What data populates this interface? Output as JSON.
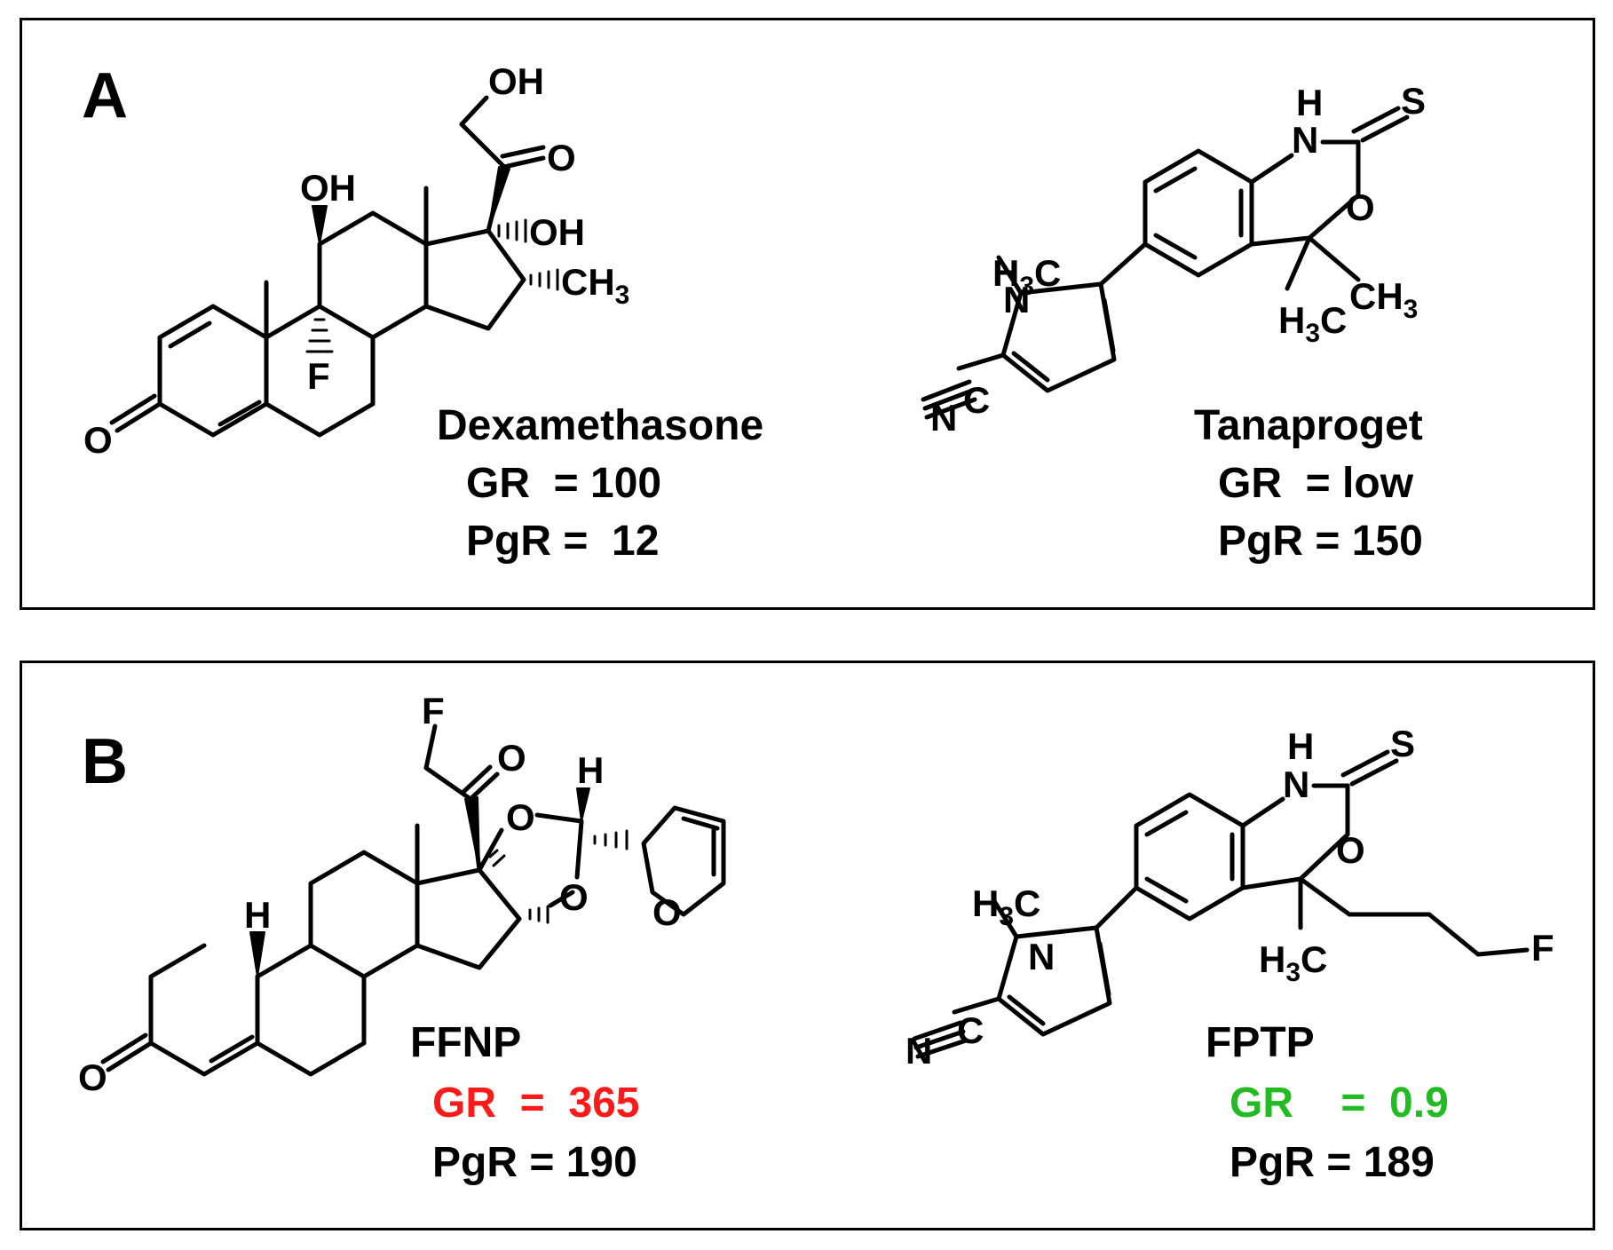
{
  "panel_a": {
    "label": "A",
    "left": {
      "name": "Dexamethasone",
      "gr": "GR  = 100",
      "pgr": "PgR =  12",
      "atoms": {
        "oh_top": "OH",
        "o_ketone": "O",
        "oh11": "OH",
        "oh17": "OH",
        "ch3_16": "CH",
        "ch3_sub": "3",
        "f": "F",
        "o3": "O"
      }
    },
    "right": {
      "name": "Tanaproget",
      "gr": "GR  = low",
      "pgr": "PgR = 150",
      "atoms": {
        "h": "H",
        "n1": "N",
        "s": "S",
        "o": "O",
        "ch3a": "CH",
        "ch3a_sub": "3",
        "h3c": "H",
        "h3c_sub": "3",
        "h3c_c": "C",
        "nme_h": "H",
        "nme_sub": "3",
        "nme_c": "C",
        "n_pyr": "N",
        "nc_n": "N",
        "nc_c": "C"
      }
    }
  },
  "panel_b": {
    "label": "B",
    "left": {
      "name": "FFNP",
      "gr": "GR  =  365",
      "pgr": "PgR = 190",
      "gr_color": "#ff1a1a",
      "atoms": {
        "f": "F",
        "o_ketone": "O",
        "h_acetal": "H",
        "o_top": "O",
        "o_bot": "O",
        "o_furan": "O",
        "h5": "H",
        "o3": "O"
      }
    },
    "right": {
      "name": "FPTP",
      "gr": "GR    =  0.9",
      "pgr": "PgR = 189",
      "gr_color": "#22bb22",
      "atoms": {
        "h": "H",
        "n1": "N",
        "s": "S",
        "o": "O",
        "f": "F",
        "h3c": "H",
        "h3c_sub": "3",
        "h3c_c": "C",
        "nme_h": "H",
        "nme_sub": "3",
        "nme_c": "C",
        "n_pyr": "N",
        "nc_n": "N",
        "nc_c": "C"
      }
    }
  }
}
